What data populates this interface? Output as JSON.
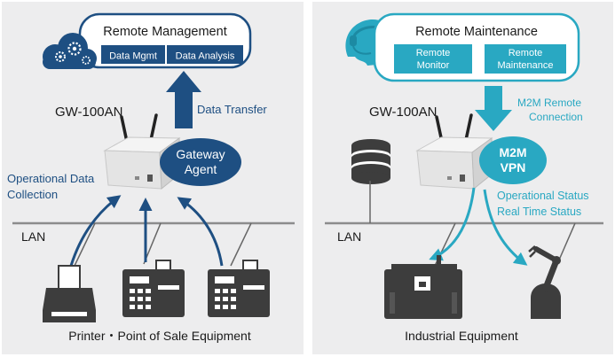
{
  "left": {
    "cloud_title": "Remote Management",
    "box_data_mgmt": "Data Mgmt",
    "box_data_analysis": "Data Analysis",
    "data_transfer": "Data Transfer",
    "device_name": "GW-100AN",
    "agent_line1": "Gateway",
    "agent_line2": "Agent",
    "operational_line1": "Operational Data",
    "operational_line2": "Collection",
    "lan_label": "LAN",
    "footer": "Printer・Point of Sale Equipment"
  },
  "right": {
    "cloud_title": "Remote Maintenance",
    "box_monitor_line1": "Remote",
    "box_monitor_line2": "Monitor",
    "box_maint_line1": "Remote",
    "box_maint_line2": "Maintenance",
    "m2m_conn_line1": "M2M Remote",
    "m2m_conn_line2": "Connection",
    "device_name": "GW-100AN",
    "vpn_line1": "M2M",
    "vpn_line2": "VPN",
    "status_line1": "Operational Status",
    "status_line2": "Real Time Status",
    "lan_label": "LAN",
    "footer": "Industrial Equipment"
  },
  "colors": {
    "navy": "#1e4f82",
    "teal": "#29a8c2",
    "panel_bg": "#ededee",
    "device_gray": "#3d3d3d"
  },
  "icons": [
    "gears-cloud-icon",
    "headset-operator-icon",
    "server-database-icon",
    "printer-icon",
    "pos-terminal-icon",
    "industrial-machine-icon",
    "robot-arm-icon",
    "gateway-router-icon"
  ]
}
